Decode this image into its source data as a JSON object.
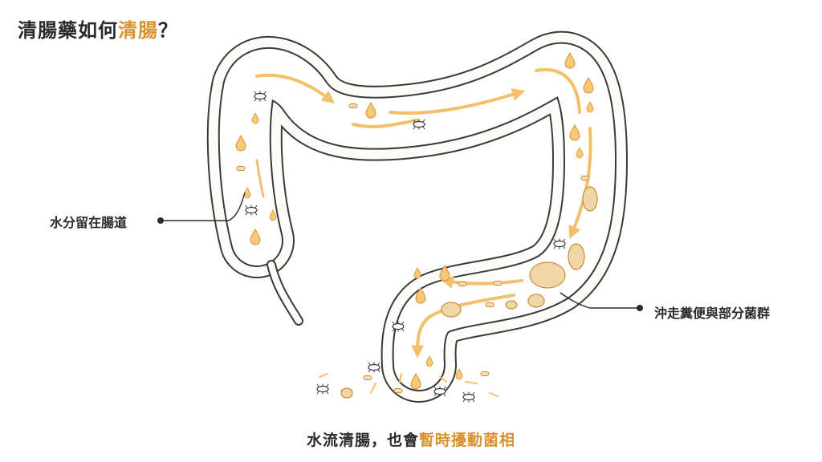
{
  "title": {
    "prefix": "清腸藥如何",
    "highlight": "清腸",
    "suffix": "？"
  },
  "labels": {
    "left": "水分留在腸道",
    "right": "沖走糞便與部分菌群"
  },
  "caption": {
    "prefix": "水流清腸，也會",
    "highlight": "暫時擾動菌相"
  },
  "colors": {
    "accent": "#d9922e",
    "arrow": "#f2c06a",
    "outline": "#3a3a3a",
    "text": "#2a2a2a"
  }
}
